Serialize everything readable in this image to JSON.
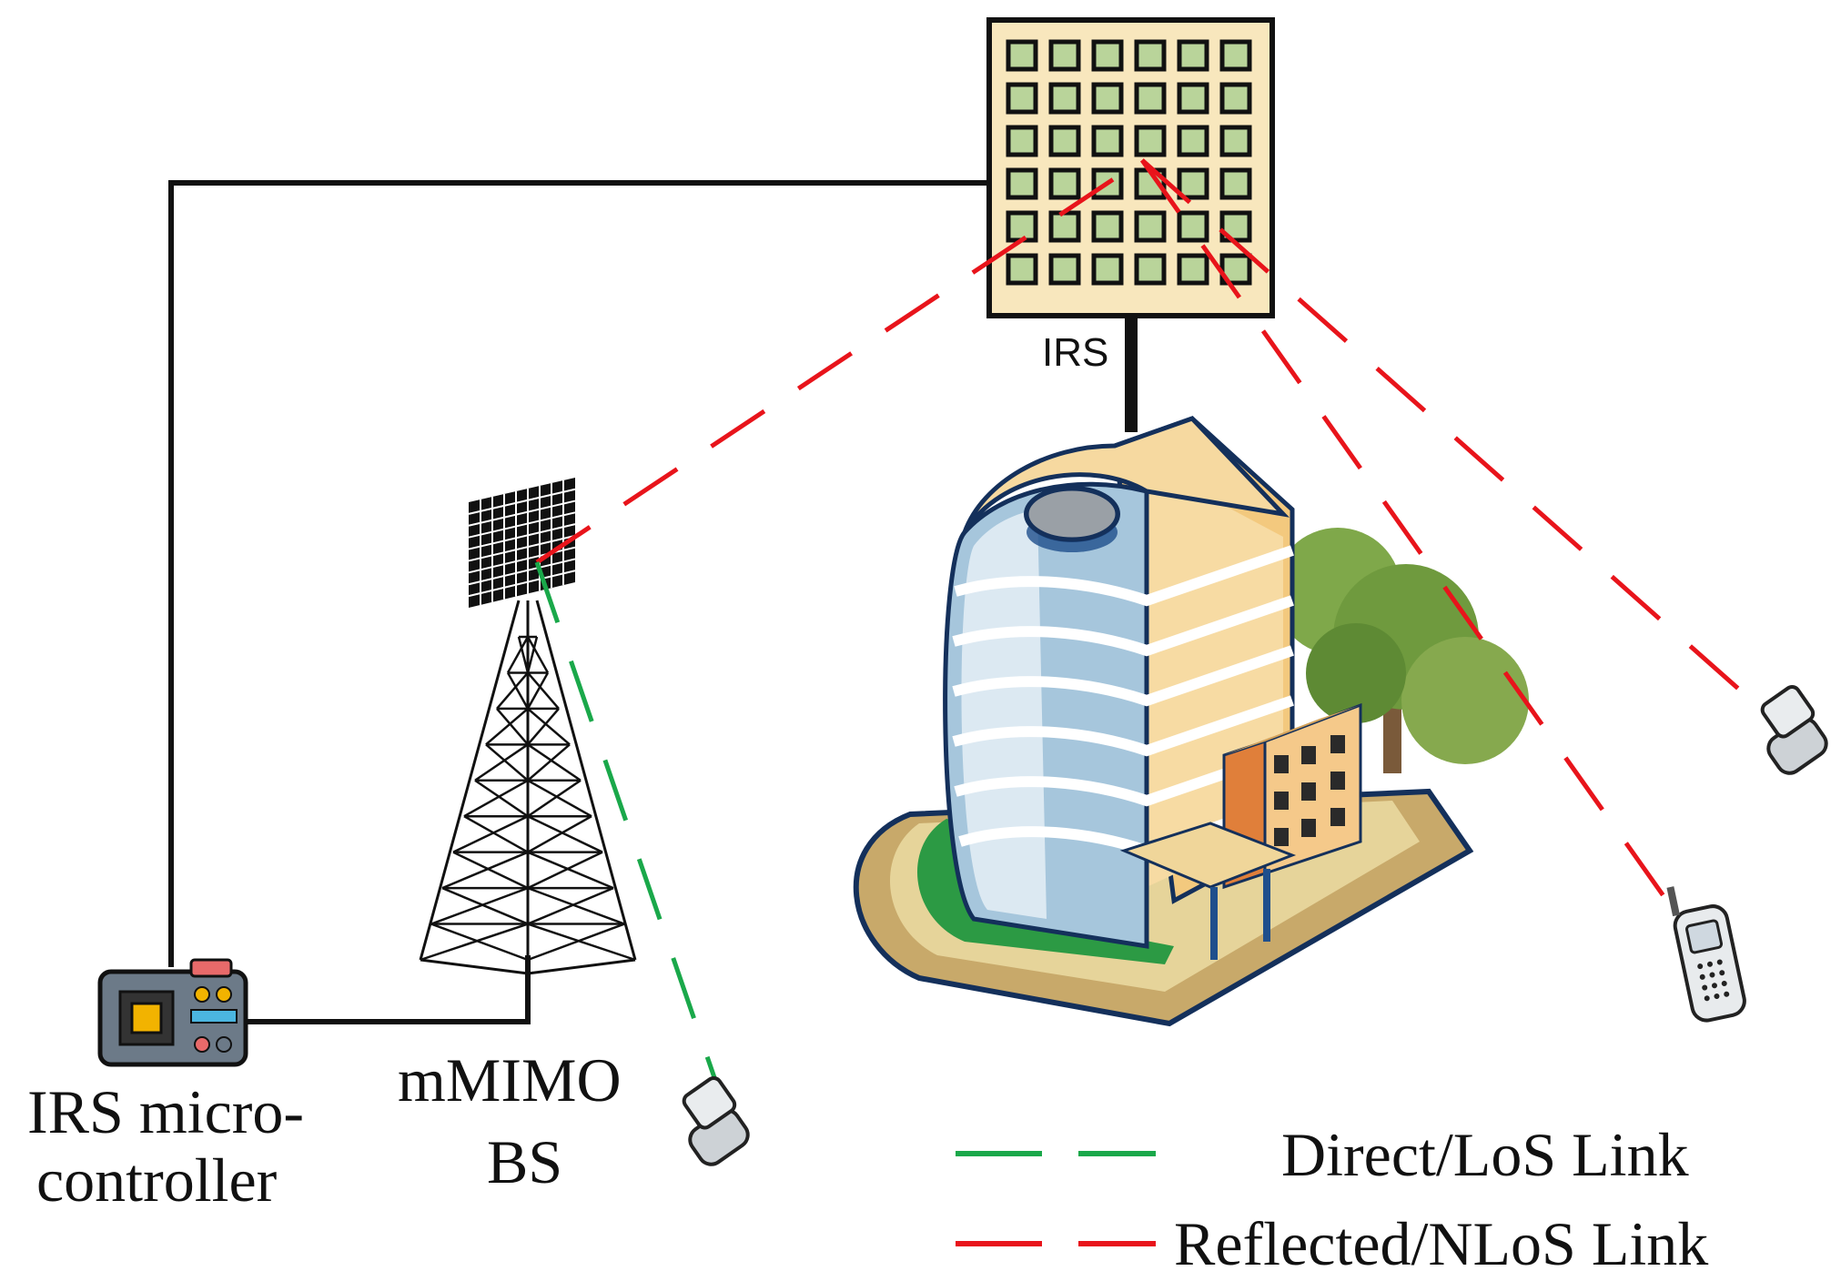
{
  "labels": {
    "irs": "IRS",
    "controller_line1": "IRS micro-",
    "controller_line2": "controller",
    "bs_line1": "mMIMO",
    "bs_line2": "BS"
  },
  "legend": {
    "direct": "Direct/LoS Link",
    "reflected": "Reflected/NLoS Link"
  },
  "colors": {
    "direct_link": "#1aa84a",
    "reflected_link": "#e8141b",
    "wire": "#111111",
    "irs_panel": "#f8e7bd",
    "irs_element": "#b9d49a"
  },
  "icons": [
    "irs-panel-icon",
    "microcontroller-icon",
    "cell-tower-icon",
    "building-icon",
    "tree-icon",
    "mobile-phone-icon"
  ]
}
